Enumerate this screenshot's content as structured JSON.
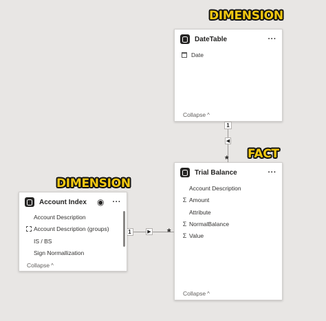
{
  "annotations": {
    "datetable_label": "DIMENSION",
    "fact_label": "FACT",
    "account_label": "DIMENSION"
  },
  "datetable": {
    "title": "DateTable",
    "more": "···",
    "fields": [
      {
        "icon": "calendar-icon",
        "label": "Date"
      }
    ],
    "collapse": "Collapse",
    "collapse_chevron": "^"
  },
  "trial_balance": {
    "title": "Trial Balance",
    "more": "···",
    "fields": [
      {
        "icon": "",
        "label": "Account Description"
      },
      {
        "icon": "Σ",
        "label": "Amount"
      },
      {
        "icon": "",
        "label": "Attribute"
      },
      {
        "icon": "Σ",
        "label": "NormalBalance"
      },
      {
        "icon": "Σ",
        "label": "Value"
      }
    ],
    "collapse": "Collapse",
    "collapse_chevron": "^"
  },
  "account_index": {
    "title": "Account Index",
    "more": "···",
    "fields": [
      {
        "icon": "",
        "label": "Account Description"
      },
      {
        "icon": "group-icon",
        "label": "Account Description (groups)"
      },
      {
        "icon": "",
        "label": "IS / BS"
      },
      {
        "icon": "",
        "label": "Sign Normallization"
      }
    ],
    "collapse": "Collapse",
    "collapse_chevron": "^"
  },
  "relationships": {
    "date_to_trial": {
      "one": "1",
      "many": "*"
    },
    "account_to_trial": {
      "one": "1",
      "many": "*"
    }
  }
}
